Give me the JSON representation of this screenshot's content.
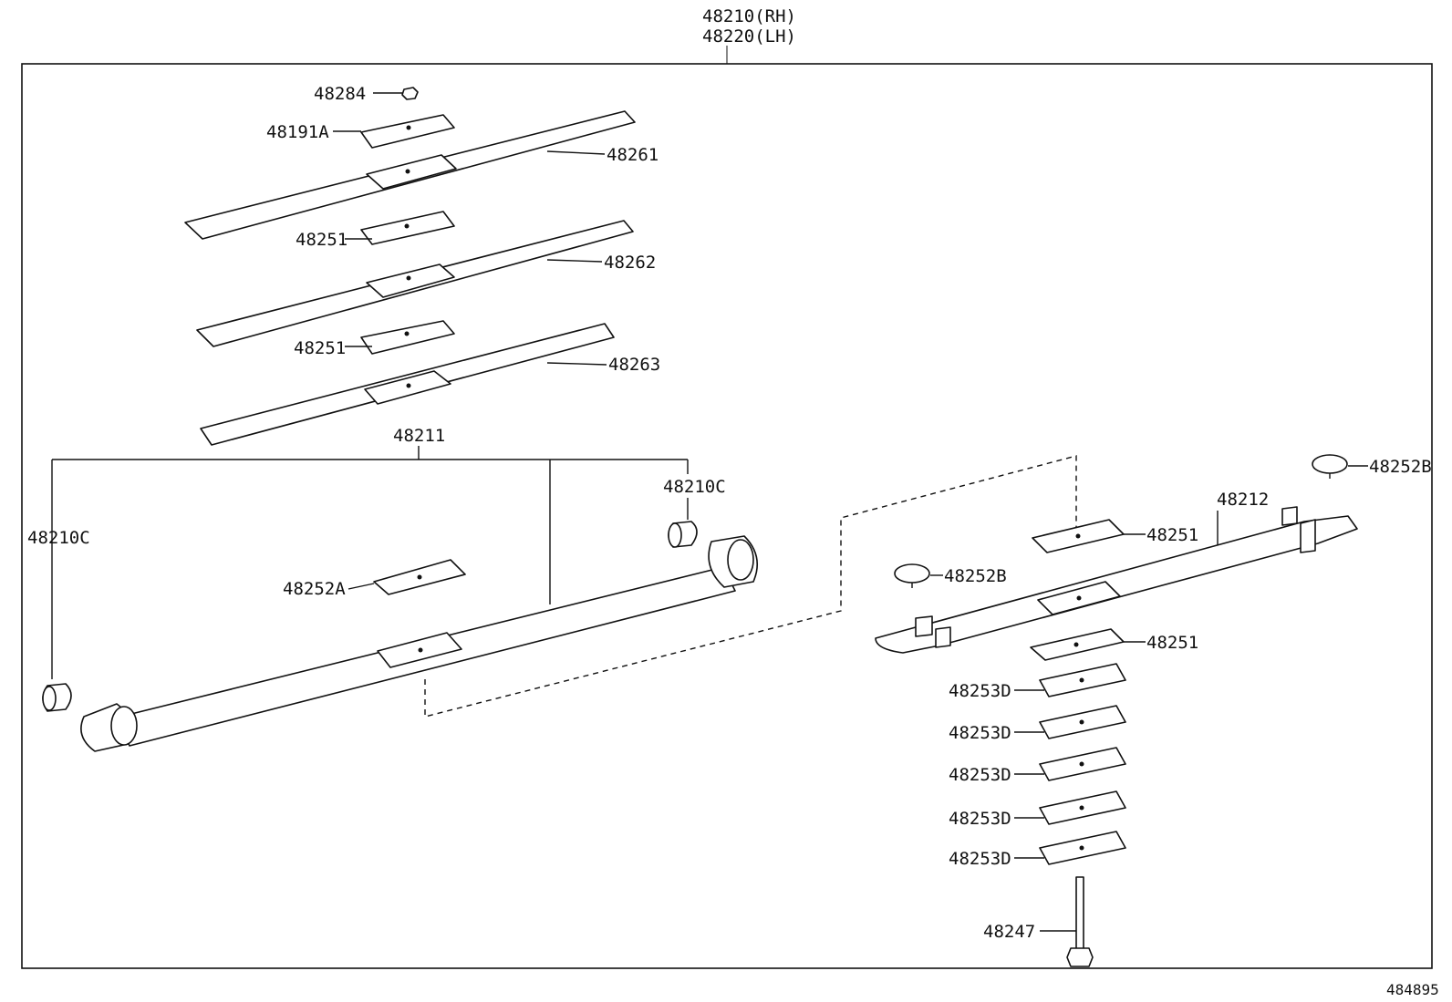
{
  "title_lines": [
    "48210(RH)",
    "48220(LH)"
  ],
  "figure_id": "484895",
  "labels": {
    "p48284": "48284",
    "p48191A": "48191A",
    "p48261": "48261",
    "p48251_a": "48251",
    "p48262": "48262",
    "p48251_b": "48251",
    "p48263": "48263",
    "p48211": "48211",
    "p48210C_right": "48210C",
    "p48210C_left": "48210C",
    "p48252A": "48252A",
    "p48252B_top": "48252B",
    "p48212": "48212",
    "p48251_c": "48251",
    "p48252B_mid": "48252B",
    "p48251_d": "48251",
    "p48253D_1": "48253D",
    "p48253D_2": "48253D",
    "p48253D_3": "48253D",
    "p48253D_4": "48253D",
    "p48253D_5": "48253D",
    "p48247": "48247"
  }
}
